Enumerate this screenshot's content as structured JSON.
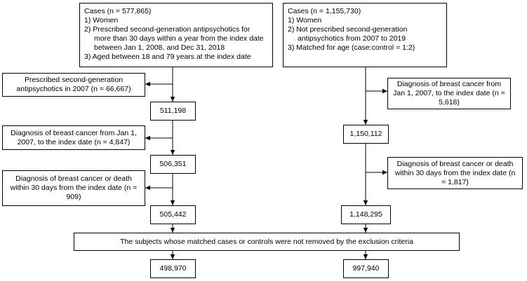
{
  "left": {
    "header": {
      "title": "Cases (n = 577,865)",
      "criteria": [
        "1) Women",
        "2) Prescribed second-generation antipsychotics for more than 30 days within a year from the index date between Jan 1, 2008, and Dec 31, 2018",
        "3) Aged between 18 and 79 years at the index date"
      ]
    },
    "exclusion1": "Prescribed second-generation antipsychotics in 2007 (n = 66,667)",
    "count1": "511,198",
    "exclusion2": "Diagnosis of breast cancer from Jan 1, 2007, to the index date (n = 4,847)",
    "count2": "506,351",
    "exclusion3": "Diagnosis of breast cancer or death within 30 days from the index date (n = 909)",
    "count3": "505,442",
    "final": "498,970"
  },
  "right": {
    "header": {
      "title": "Cases (n = 1,155,730)",
      "criteria": [
        "1) Women",
        "2) Not prescribed second-generation antipsychotics from 2007 to 2019",
        "3) Matched for age (case:control = 1:2)"
      ]
    },
    "exclusion1": "Diagnosis of breast cancer from Jan 1, 2007, to the index date (n = 5,618)",
    "count1": "1,150,112",
    "exclusion2": "Diagnosis of breast cancer or death within 30 days from the index date (n = 1,817)",
    "count2": "1,148,295",
    "final": "997,940"
  },
  "merge_box": "The subjects whose matched cases or controls were not removed by the exclusion criteria"
}
